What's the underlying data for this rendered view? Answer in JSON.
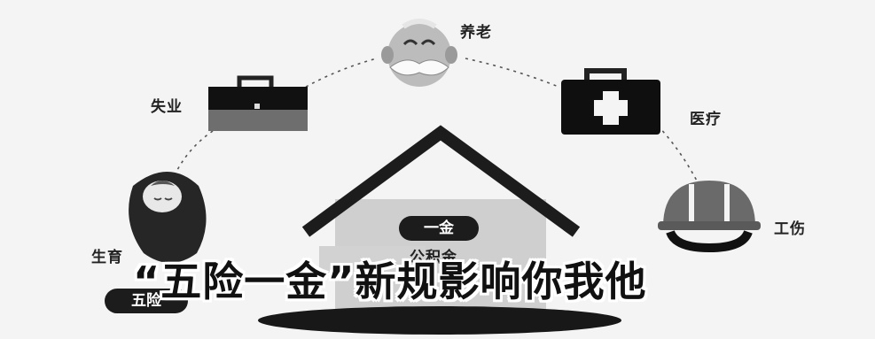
{
  "labels": {
    "pension": "养老",
    "unemployment": "失业",
    "medical": "医疗",
    "maternity": "生育",
    "injury": "工伤"
  },
  "house": {
    "badge": "一金",
    "caption": "公积金"
  },
  "five_badge": "五险",
  "headline": "“五险一金”新规影响你我他"
}
